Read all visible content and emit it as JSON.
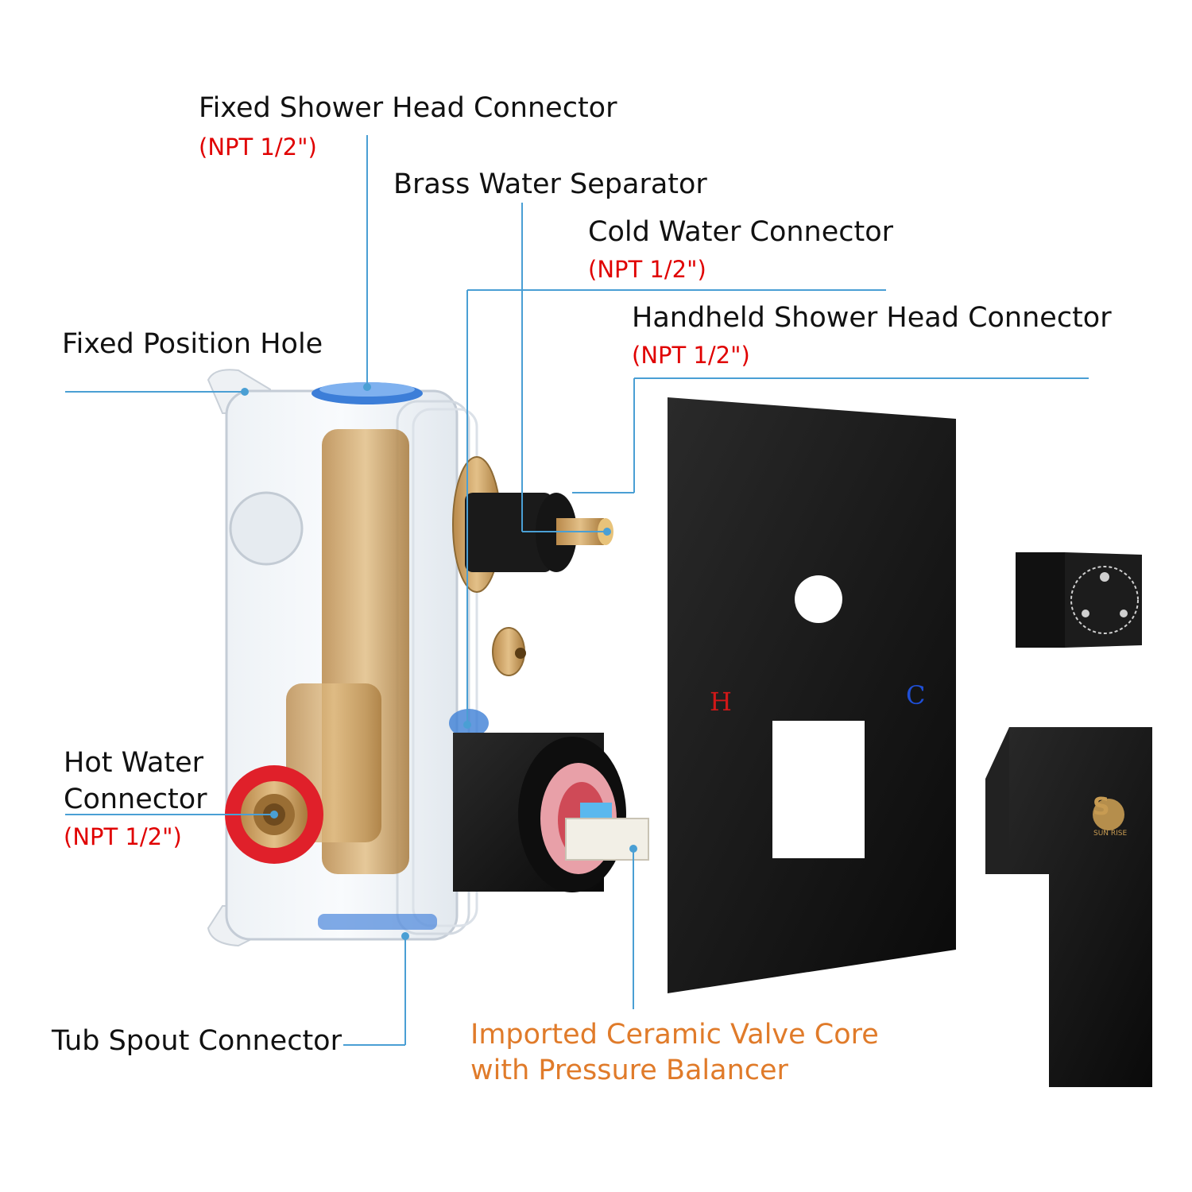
{
  "labels": {
    "fixed_shower": "Fixed Shower Head Connector",
    "fixed_shower_spec": "(NPT 1/2\")",
    "brass_separator": "Brass Water Separator",
    "cold_water": "Cold Water Connector",
    "cold_water_spec": "(NPT 1/2\")",
    "handheld": "Handheld Shower Head Connector",
    "handheld_spec": "(NPT 1/2\")",
    "fixed_hole": "Fixed Position Hole",
    "hot_water_line1": "Hot Water",
    "hot_water_line2": "Connector",
    "hot_water_spec": "(NPT 1/2\")",
    "tub_spout": "Tub Spout Connector",
    "valve_core_line1": "Imported Ceramic Valve Core",
    "valve_core_line2": "with Pressure Balancer"
  },
  "plate": {
    "hot_letter": "H",
    "cold_letter": "C"
  },
  "logo": {
    "mark": "S",
    "text": "SUN RISE"
  },
  "colors": {
    "leader_line": "#4a9fd4",
    "spec_red": "#e00000",
    "highlight_orange": "#e07b2a",
    "trim_black": "#121212",
    "brass": "#c9a05a"
  }
}
